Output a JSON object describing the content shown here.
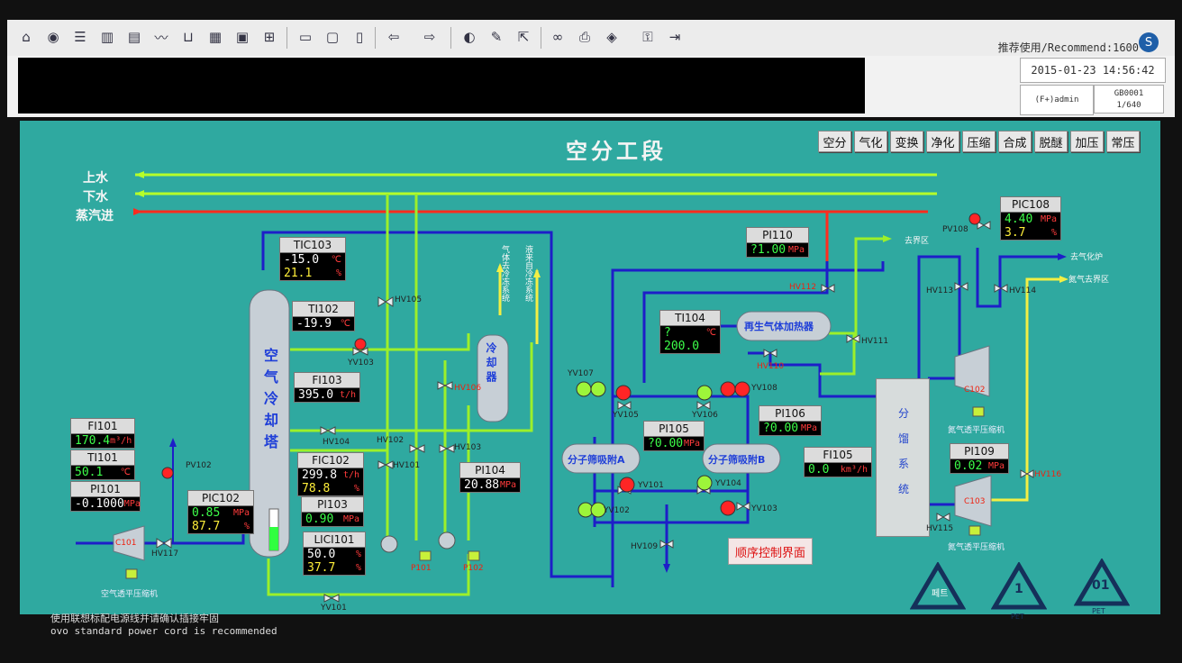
{
  "toolbar": {
    "recommend_text": "推荐使用/Recommend:1600",
    "icons": [
      "home-icon",
      "gauge-icon",
      "list-icon",
      "bars-icon",
      "report-icon",
      "trend-icon",
      "tank-icon",
      "grid-icon",
      "panel-icon",
      "network-icon",
      "doc-icon",
      "save-icon",
      "book-icon",
      "back-arrow-icon",
      "forward-arrow-icon",
      "mute-icon",
      "edit-icon",
      "export-icon",
      "binoculars-icon",
      "printer-icon",
      "logo-icon",
      "key-icon",
      "exit-icon"
    ]
  },
  "header": {
    "datetime": "2015-01-23 14:56:42",
    "user": "(F+)admin",
    "station": "GB0001",
    "station_page": "1/640"
  },
  "main": {
    "title": "空分工段",
    "nav": [
      "空分",
      "气化",
      "变换",
      "净化",
      "压缩",
      "合成",
      "脱醚",
      "加压",
      "常压"
    ],
    "lines": {
      "upper_water": "上水",
      "lower_water": "下水",
      "steam_in": "蒸汽进"
    },
    "tags": {
      "TIC103": {
        "name": "TIC103",
        "pv": "-15.0",
        "pv_unit": "℃",
        "op": "21.1",
        "op_unit": "%"
      },
      "TI102": {
        "name": "TI102",
        "pv": "-19.9",
        "pv_unit": "℃"
      },
      "FI103": {
        "name": "FI103",
        "pv": "395.0",
        "pv_unit": "t/h"
      },
      "FIC102": {
        "name": "FIC102",
        "pv": "299.8",
        "pv_unit": "t/h",
        "op": "78.8",
        "op_unit": "%"
      },
      "PI103": {
        "name": "PI103",
        "pv": "0.90",
        "pv_unit": "MPa"
      },
      "LICI101": {
        "name": "LICI101",
        "pv": "50.0",
        "pv_unit": "%",
        "op": "37.7",
        "op_unit": "%"
      },
      "PI104": {
        "name": "PI104",
        "pv": "20.88",
        "pv_unit": "MPa"
      },
      "FI101": {
        "name": "FI101",
        "pv": "170.4",
        "pv_unit": "m³/h"
      },
      "TI101": {
        "name": "TI101",
        "pv": "50.1",
        "pv_unit": "℃"
      },
      "PI101": {
        "name": "PI101",
        "pv": "-0.1000",
        "pv_unit": "MPa"
      },
      "PIC102": {
        "name": "PIC102",
        "pv": "0.85",
        "pv_unit": "MPa",
        "op": "87.7",
        "op_unit": "%"
      },
      "PI110": {
        "name": "PI110",
        "pv": "?1.00",
        "pv_unit": "MPa"
      },
      "TI104": {
        "name": "TI104",
        "pv": "?200.0",
        "pv_unit": "℃"
      },
      "PI105": {
        "name": "PI105",
        "pv": "?0.00",
        "pv_unit": "MPa"
      },
      "PI106": {
        "name": "PI106",
        "pv": "?0.00",
        "pv_unit": "MPa"
      },
      "FI105": {
        "name": "FI105",
        "pv": "0.0",
        "pv_unit": "km³/h"
      },
      "PIC108": {
        "name": "PIC108",
        "pv": "4.40",
        "pv_unit": "MPa",
        "op": "3.7",
        "op_unit": "%"
      },
      "PI109": {
        "name": "PI109",
        "pv": "0.02",
        "pv_unit": "MPa"
      }
    },
    "equipment": {
      "column": "空气冷却塔",
      "cooler": "冷却器",
      "heater": "再生气体加热器",
      "sieve_a": "分子筛吸附A",
      "sieve_b": "分子筛吸附B",
      "fractionation": [
        "分",
        "馏",
        "系",
        "统"
      ],
      "c101": "C101",
      "c101_label": "空气透平压缩机",
      "c102": "C102",
      "c102_label": "氮气透平压缩机",
      "c103": "C103",
      "c103_label": "氮气透平压缩机",
      "p101": "P101",
      "p102": "P102"
    },
    "valves": [
      "HV105",
      "YV103",
      "HV106",
      "HV104",
      "HV102",
      "HV101",
      "HV103",
      "PV102",
      "HV117",
      "YV101",
      "HV112",
      "HV110",
      "HV111",
      "YV107",
      "YV105",
      "YV106",
      "YV108",
      "YV101",
      "YV104",
      "YV102",
      "YV103",
      "HV109",
      "PV108",
      "HV113",
      "HV114",
      "HV116",
      "HV115"
    ],
    "annotations": {
      "to_site": "去界区",
      "to_gasifier": "去气化炉",
      "n2_to_site": "氮气去界区",
      "steam_to_system": "气体去冷冻系统",
      "from_chiller": "液来自冷冻系统"
    },
    "sequence_button": "顺序控制界面"
  },
  "footer": {
    "note_cn": "使用联想标配电源线并请确认插接牢固",
    "note_en": "ovo standard power cord is recommended",
    "recycle": [
      "페트",
      "1",
      "01"
    ],
    "pet": "PET"
  },
  "colors": {
    "panel": "#2fa9a0",
    "upper_water": "#b6ff2a",
    "steam": "#ff2b1e",
    "pipe_blue": "#1d1ec8",
    "pipe_yellow": "#e8d838",
    "pipe_green": "#9cf02a"
  }
}
